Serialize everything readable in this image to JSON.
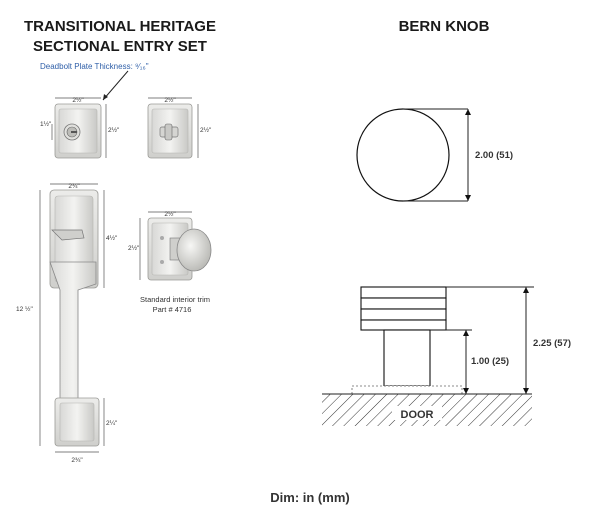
{
  "left": {
    "title_line1": "TRANSITIONAL HERITAGE",
    "title_line2": "SECTIONAL ENTRY SET",
    "deadbolt_note": "Deadbolt Plate Thickness: ⁹⁄₁₆\"",
    "deadbolt_width": "2½\"",
    "deadbolt_height": "2½\"",
    "cylinder_height": "1½\"",
    "interior_width": "2½\"",
    "interior_height": "2½\"",
    "handle_top_width": "2¾\"",
    "handle_upper_height": "4½\"",
    "overall_height": "12 ½\"",
    "bottom_height": "2¼\"",
    "bottom_width": "2¾\"",
    "trim_width": "2½\"",
    "trim_height": "2½\"",
    "trim_caption_line1": "Standard interior trim",
    "trim_caption_line2": "Part # 4716"
  },
  "right": {
    "title": "BERN KNOB",
    "diameter": "2.00 (51)",
    "overall_height": "2.25 (57)",
    "stem_height": "1.00 (25)",
    "door_label": "DOOR"
  },
  "footer": "Dim: in (mm)"
}
